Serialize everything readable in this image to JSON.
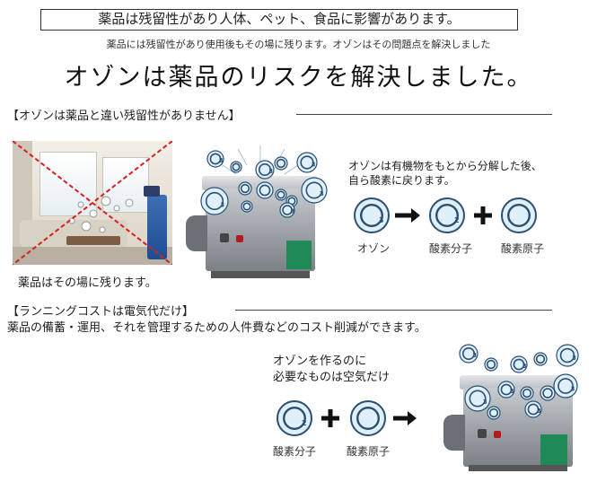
{
  "header": {
    "boxed_notice": "薬品は残留性があり人体、ペット、食品に影響があります。",
    "subline": "薬品には残留性があり使用後もその場に残ります。オゾンはその問題点を解決しました",
    "headline": "オゾンは薬品のリスクを解決しました。"
  },
  "section1": {
    "heading": "【オゾンは薬品と違い残留性がありません】",
    "photo_caption": "薬品はその場に残ります。",
    "explain_line1": "オゾンは有機物をもとから分解した後、",
    "explain_line2": "自ら酸素に戻ります。",
    "equation": {
      "item1_label": "オゾン",
      "item2_label": "酸素分子",
      "item3_label": "酸素原子",
      "item1_sub": "3",
      "item2_sub": "2",
      "arrow": "→",
      "plus": "+"
    }
  },
  "section2": {
    "heading": "【ランニングコストは電気代だけ】",
    "body": "薬品の備蓄・運用、それを管理するための人件費などのコスト削減ができます。",
    "explain_line1": "オゾンを作るのに",
    "explain_line2": "必要なものは空気だけ",
    "equation": {
      "item1_label": "酸素分子",
      "item2_label": "酸素原子",
      "item1_sub": "2",
      "plus": "+",
      "arrow": "→"
    }
  },
  "molecule_sub": "3",
  "colors": {
    "cross": "#d42020",
    "bubble_fill": "#dff0fa",
    "bubble_stroke": "#2a4f73",
    "machine_panel": "#1f8a57"
  }
}
